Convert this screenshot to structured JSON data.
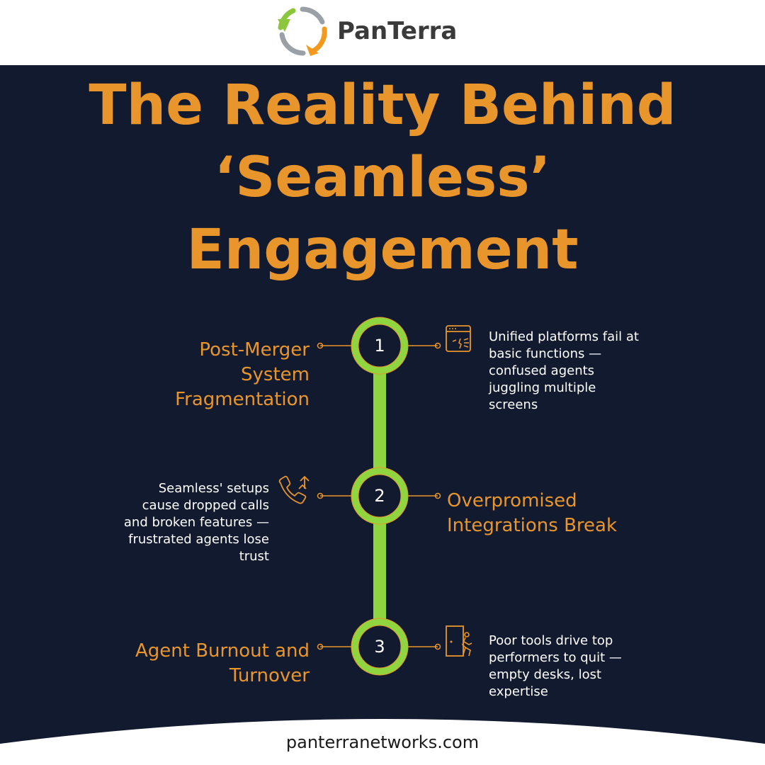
{
  "brand": {
    "name": "PanTerra",
    "colors": {
      "orange": "#e8962c",
      "green": "#8ed53f",
      "navy": "#111a2e"
    }
  },
  "title": {
    "line1": "The Reality Behind",
    "line2": "‘Seamless’",
    "line3": "Engagement"
  },
  "steps": [
    {
      "number": "1",
      "heading_lines": [
        "Post-Merger",
        "System",
        "Fragmentation"
      ],
      "description_lines": [
        "Unified platforms fail at",
        "basic functions —",
        "confused agents",
        "juggling multiple",
        "screens"
      ],
      "icon": "broken-screen-icon"
    },
    {
      "number": "2",
      "heading_lines": [
        "Overpromised",
        "Integrations Break"
      ],
      "description_lines": [
        "Seamless' setups",
        "cause dropped calls",
        "and broken features —",
        "frustrated agents lose",
        "trust"
      ],
      "icon": "dropped-call-icon"
    },
    {
      "number": "3",
      "heading_lines": [
        "Agent Burnout and",
        "Turnover"
      ],
      "description_lines": [
        "Poor tools drive top",
        "performers to quit —",
        "empty desks, lost",
        "expertise"
      ],
      "icon": "person-leaving-icon"
    }
  ],
  "footer": {
    "url": "panterranetworks.com"
  }
}
